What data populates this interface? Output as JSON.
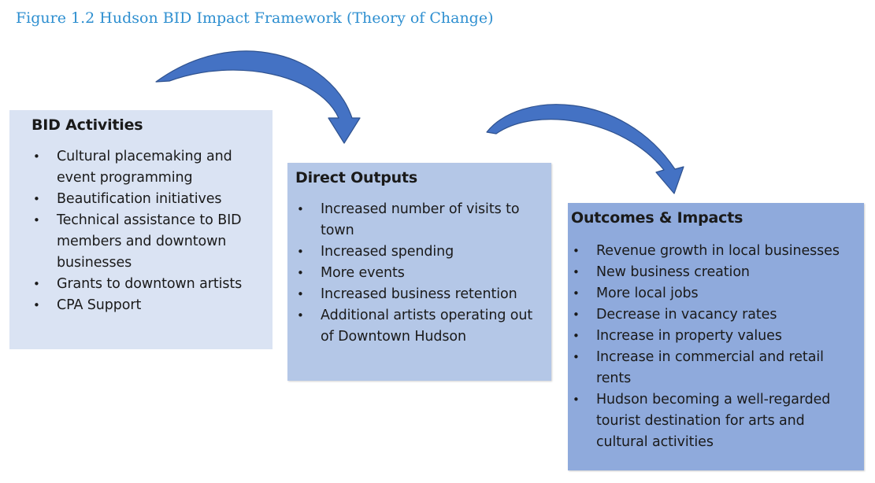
{
  "figure": {
    "title": "Figure 1.2 Hudson BID Impact Framework (Theory of Change)"
  },
  "colors": {
    "title": "#2e8fd0",
    "activities_fill": "#dae3f3",
    "outputs_fill": "#b4c7e7",
    "outcomes_fill": "#8faadc",
    "arrow_fill": "#4472c4",
    "arrow_edge": "#2f528f"
  },
  "boxes": {
    "activities": {
      "heading": "BID Activities",
      "items": [
        "Cultural placemaking and event programming",
        "Beautification initiatives",
        "Technical assistance to BID members and downtown businesses",
        "Grants to downtown artists",
        "CPA Support"
      ]
    },
    "outputs": {
      "heading": "Direct Outputs",
      "items": [
        "Increased number of visits to town",
        "Increased spending",
        "More events",
        "Increased business retention",
        "Additional artists operating out of Downtown Hudson"
      ]
    },
    "outcomes": {
      "heading": "Outcomes & Impacts",
      "items": [
        "Revenue growth in local businesses",
        "New business creation",
        "More local jobs",
        "Decrease in vacancy rates",
        "Increase in property values",
        "Increase in commercial and retail rents",
        "Hudson becoming a well-regarded tourist destination for arts and cultural activities"
      ]
    }
  },
  "bullet_glyph": "•",
  "icons": {
    "arrow_1": "curved-arrow-icon",
    "arrow_2": "curved-arrow-icon"
  }
}
